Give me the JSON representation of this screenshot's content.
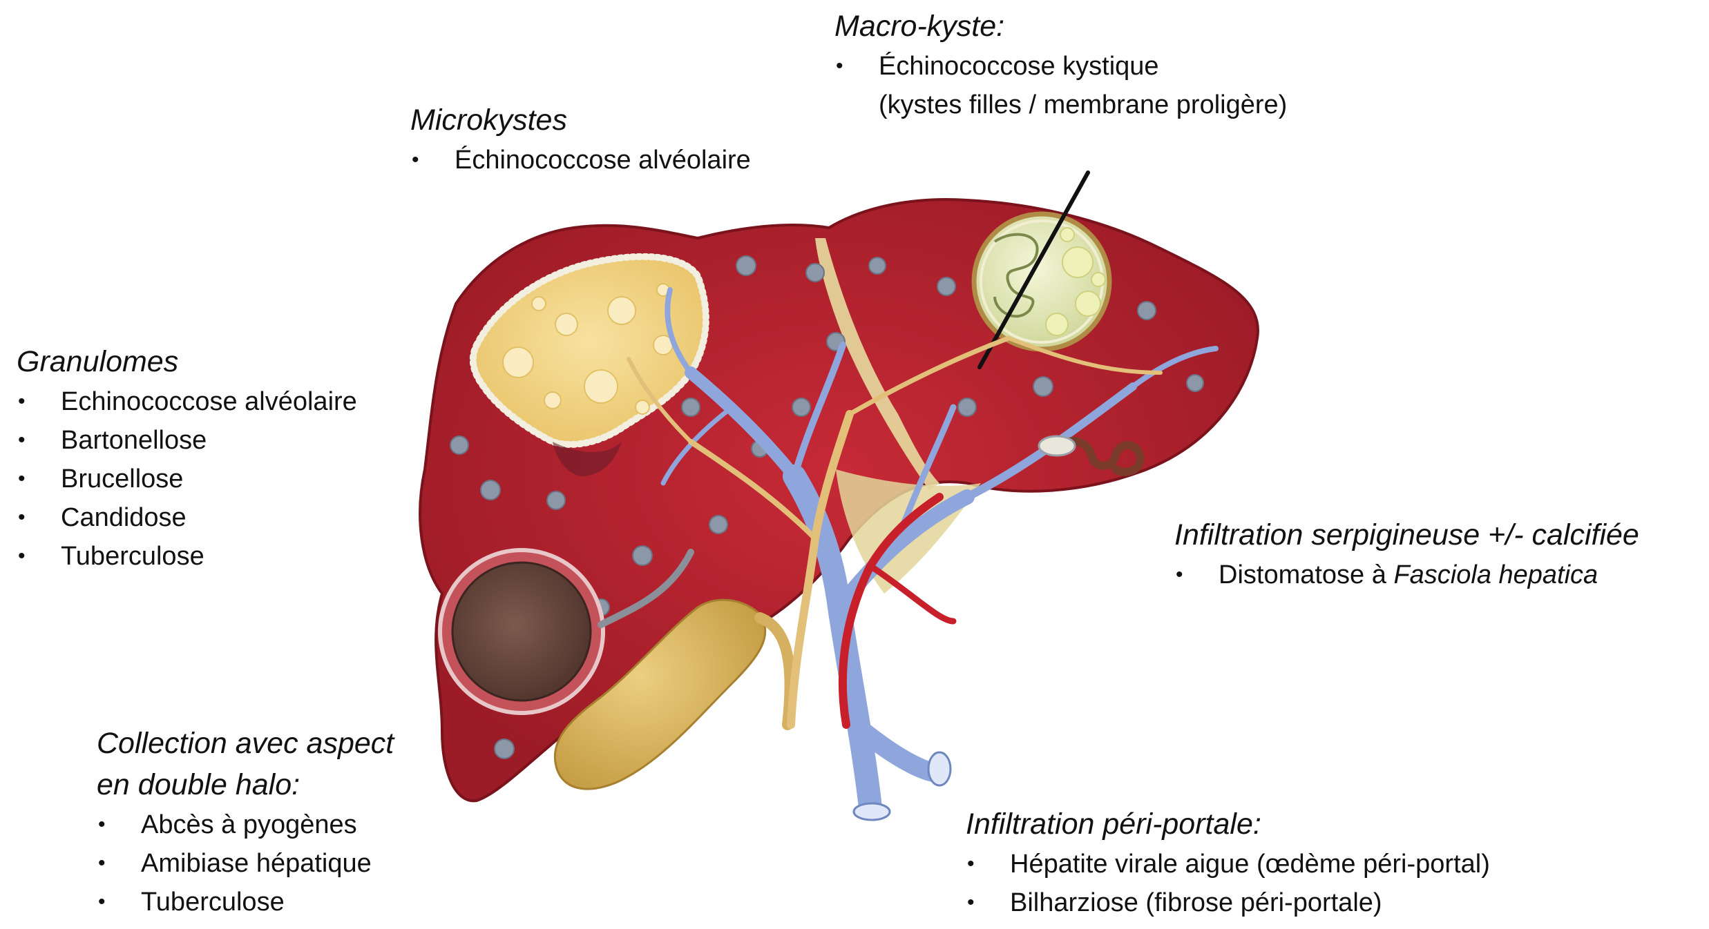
{
  "annotations": {
    "macro_kyste": {
      "heading": "Macro-kyste:",
      "items": [
        "Échinococcose kystique"
      ],
      "continuation": "(kystes filles / membrane proligère)"
    },
    "microkystes": {
      "heading": "Microkystes",
      "items": [
        "Échinococcose alvéolaire"
      ]
    },
    "granulomes": {
      "heading": "Granulomes",
      "items": [
        "Echinococcose alvéolaire",
        "Bartonellose",
        "Brucellose",
        "Candidose",
        "Tuberculose"
      ]
    },
    "serpigineuse": {
      "heading": "Infiltration serpigineuse +/- calcifiée",
      "item_prefix": "Distomatose à ",
      "item_italic": "Fasciola hepatica"
    },
    "collection": {
      "heading_line1": "Collection avec aspect",
      "heading_line2": "en double halo:",
      "items": [
        "Abcès à pyogènes",
        "Amibiase hépatique",
        "Tuberculose"
      ]
    },
    "peri_portale": {
      "heading": "Infiltration péri-portale:",
      "items": [
        "Hépatite virale aigue (œdème péri-portal)",
        "Bilharziose (fibrose péri-portale)"
      ]
    }
  },
  "bullet_glyph": "•",
  "colors": {
    "liver": "#b8222f",
    "liver_dark": "#8e1822",
    "gallbladder": "#d9b25a",
    "portal_vein": "#8fa6dc",
    "artery": "#c8202a",
    "bile_duct": "#e2c07a",
    "granuloma": "#8c97a8",
    "alveolar_cyst": "#f3d98a",
    "hydatid_cyst": "#e9edc0",
    "abscess": "#6e4b40"
  }
}
